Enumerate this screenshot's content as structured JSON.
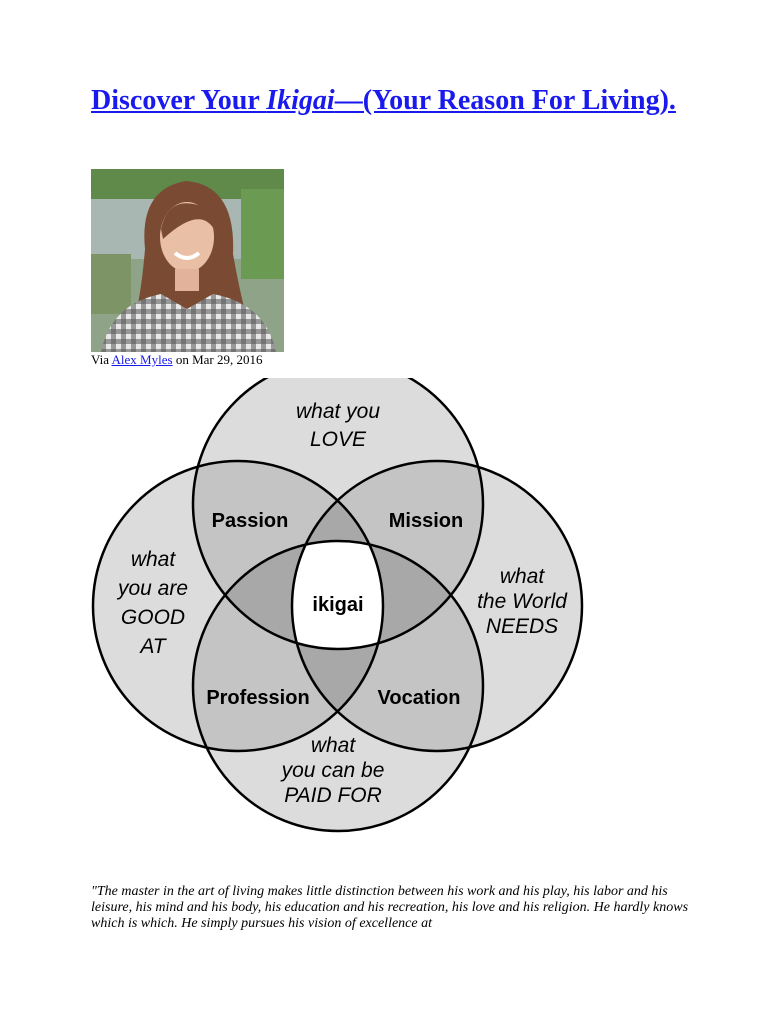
{
  "article": {
    "title_part1": "Discover Your ",
    "title_italic": "Ikigai",
    "title_part2": "—(Your Reason For Living).",
    "byline_prefix": "Via ",
    "author": "Alex Myles",
    "byline_suffix": " on Mar 29, 2016"
  },
  "diagram": {
    "love_line1": "what you",
    "love_line2": "LOVE",
    "good_line1": "what",
    "good_line2": "you are",
    "good_line3": "GOOD",
    "good_line4": "AT",
    "world_line1": "what",
    "world_line2": "the World",
    "world_line3": "NEEDS",
    "paid_line1": "what",
    "paid_line2": "you can be",
    "paid_line3": "PAID FOR",
    "passion": "Passion",
    "mission": "Mission",
    "profession": "Profession",
    "vocation": "Vocation",
    "center": "ikigai",
    "colors": {
      "single": "#dcdcdc",
      "double": "#c4c4c4",
      "triple": "#a8a8a8",
      "center": "#ffffff",
      "stroke": "#000000"
    }
  },
  "quote": {
    "text": "\"The master in the art of living makes little distinction between his work and his play, his labor and his leisure, his mind and his body, his education and his recreation, his love and his religion. He hardly knows which is which. He simply pursues his vision of excellence at"
  }
}
